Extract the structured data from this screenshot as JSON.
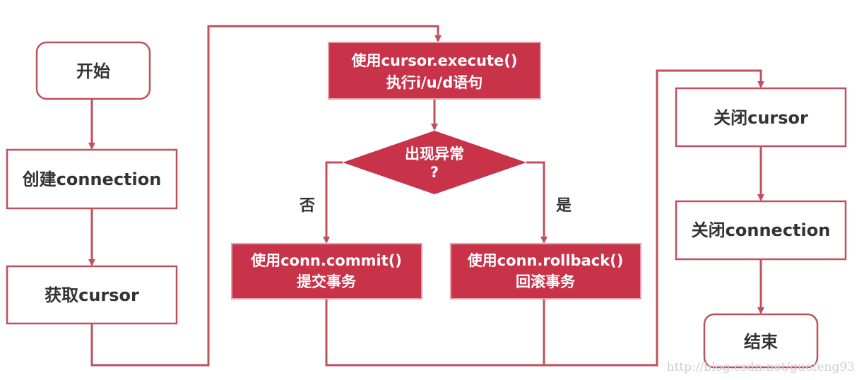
{
  "nodes": {
    "start": "开始",
    "create_connection": "创建connection",
    "get_cursor": "获取cursor",
    "execute_line1": "使用cursor.execute()",
    "execute_line2": "执行i/u/d语句",
    "exception_line1": "出现异常",
    "exception_line2": "?",
    "commit_line1": "使用conn.commit()",
    "commit_line2": "提交事务",
    "rollback_line1": "使用conn.rollback()",
    "rollback_line2": "回滚事务",
    "close_cursor": "关闭cursor",
    "close_connection": "关闭connection",
    "end": "结束"
  },
  "edges": {
    "no_label": "否",
    "yes_label": "是"
  },
  "watermark": "http://blog.csdn.net/guofeng93",
  "colors": {
    "accent": "#c8334a",
    "border": "#c0505e",
    "line": "#c0505e"
  }
}
